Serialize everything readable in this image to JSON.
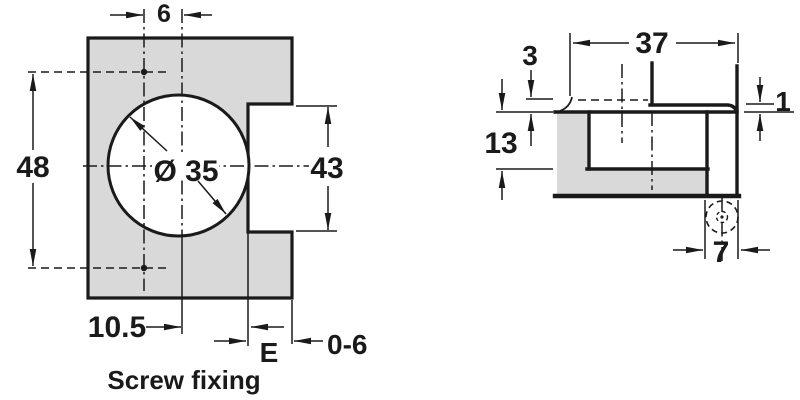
{
  "caption": "Screw fixing",
  "colors": {
    "line": "#1a1a1a",
    "panel_fill": "#d9d9d9"
  },
  "front_view": {
    "screw_line_offset": "6",
    "screw_hole_spacing": "48",
    "cup_diameter": "Ø 35",
    "cutout_height": "43",
    "drilling_distance": "10.5",
    "edge_distance": "E",
    "edge_distance_range": "0-6"
  },
  "side_view": {
    "overall_depth": "37",
    "flange_to_face": "3",
    "cup_depth": "13",
    "arm_clearance": "1",
    "screw_edge_distance": "7"
  }
}
